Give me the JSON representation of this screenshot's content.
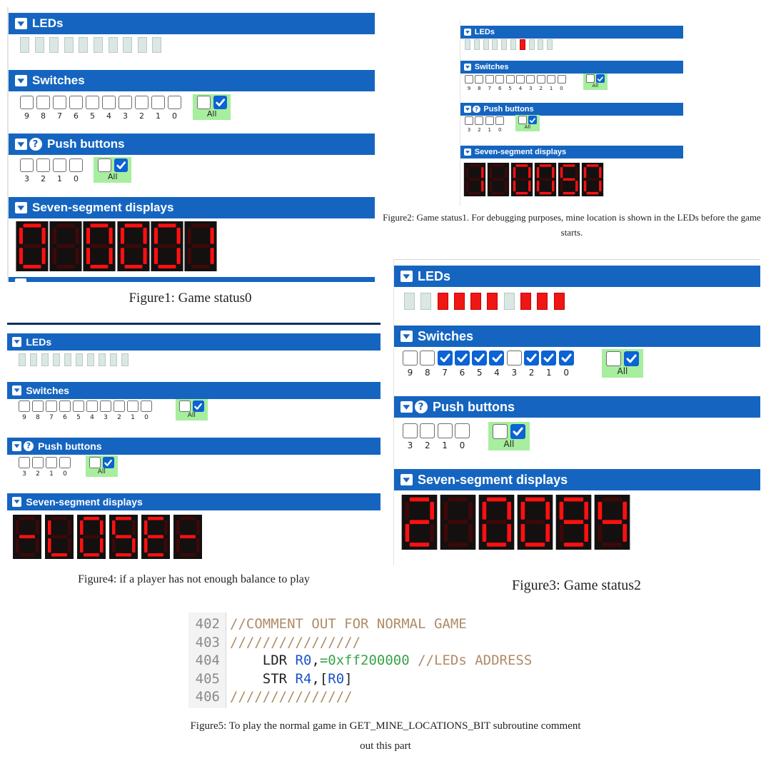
{
  "colors": {
    "header_bg": "#1565c0",
    "led_on": "#ef1616",
    "led_off": "#dbe7e3",
    "seg_on": "#ff1010",
    "seg_off": "#3e0808",
    "all_bg": "#a7ee9e",
    "checkbox_checked": "#0b63d4"
  },
  "icons": [
    "chevron-down-icon",
    "help-icon",
    "checkmark-icon"
  ],
  "panels": [
    {
      "leds_title": "LEDs",
      "switches_title": "Switches",
      "push_title": "Push buttons",
      "seven_title": "Seven-segment displays",
      "leds": [
        0,
        0,
        0,
        0,
        0,
        0,
        0,
        0,
        0,
        0
      ],
      "switch_labels": [
        "9",
        "8",
        "7",
        "6",
        "5",
        "4",
        "3",
        "2",
        "1",
        "0"
      ],
      "switches": [
        0,
        0,
        0,
        0,
        0,
        0,
        0,
        0,
        0,
        0
      ],
      "switch_all": [
        0,
        1
      ],
      "switch_all_label": "All",
      "button_labels": [
        "3",
        "2",
        "1",
        "0"
      ],
      "buttons": [
        0,
        0,
        0,
        0
      ],
      "button_all": [
        0,
        1
      ],
      "button_all_label": "All",
      "seven_seg": [
        "0",
        " ",
        "0",
        "0",
        "0",
        "1"
      ]
    },
    {
      "leds_title": "LEDs",
      "switches_title": "Switches",
      "push_title": "Push buttons",
      "seven_title": "Seven-segment displays",
      "leds": [
        0,
        0,
        0,
        0,
        0,
        0,
        1,
        0,
        0,
        0
      ],
      "switch_labels": [
        "9",
        "8",
        "7",
        "6",
        "5",
        "4",
        "3",
        "2",
        "1",
        "0"
      ],
      "switches": [
        0,
        0,
        0,
        0,
        0,
        0,
        0,
        0,
        0,
        0
      ],
      "switch_all": [
        0,
        1
      ],
      "switch_all_label": "All",
      "button_labels": [
        "3",
        "2",
        "1",
        "0"
      ],
      "buttons": [
        0,
        0,
        0,
        0
      ],
      "button_all": [
        0,
        1
      ],
      "button_all_label": "All",
      "seven_seg": [
        "1",
        " ",
        "0",
        "0",
        "5",
        "0"
      ]
    },
    {
      "leds_title": "LEDs",
      "switches_title": "Switches",
      "push_title": "Push buttons",
      "seven_title": "Seven-segment displays",
      "leds": [
        0,
        0,
        0,
        0,
        0,
        0,
        0,
        0,
        0,
        0
      ],
      "switch_labels": [
        "9",
        "8",
        "7",
        "6",
        "5",
        "4",
        "3",
        "2",
        "1",
        "0"
      ],
      "switches": [
        0,
        0,
        0,
        0,
        0,
        0,
        0,
        0,
        0,
        0
      ],
      "switch_all": [
        0,
        1
      ],
      "switch_all_label": "All",
      "button_labels": [
        "3",
        "2",
        "1",
        "0"
      ],
      "buttons": [
        0,
        0,
        0,
        0
      ],
      "button_all": [
        0,
        1
      ],
      "button_all_label": "All",
      "seven_seg": [
        "-",
        "L",
        "0",
        "S",
        "E",
        "-"
      ]
    },
    {
      "leds_title": "LEDs",
      "switches_title": "Switches",
      "push_title": "Push buttons",
      "seven_title": "Seven-segment displays",
      "leds": [
        0,
        0,
        1,
        1,
        1,
        1,
        0,
        1,
        1,
        1
      ],
      "switch_labels": [
        "9",
        "8",
        "7",
        "6",
        "5",
        "4",
        "3",
        "2",
        "1",
        "0"
      ],
      "switches": [
        0,
        0,
        1,
        1,
        1,
        1,
        0,
        1,
        1,
        1
      ],
      "switch_all": [
        0,
        1
      ],
      "switch_all_label": "All",
      "button_labels": [
        "3",
        "2",
        "1",
        "0"
      ],
      "buttons": [
        0,
        0,
        0,
        0
      ],
      "button_all": [
        0,
        1
      ],
      "button_all_label": "All",
      "seven_seg": [
        "2",
        " ",
        "0",
        "0",
        "9",
        "4"
      ]
    }
  ],
  "captions": {
    "fig1": "Figure1: Game status0",
    "fig2": "Figure2: Game status1. For debugging purposes, mine location is shown in the LEDs before the game starts.",
    "fig3": "Figure3: Game status2",
    "fig4": "Figure4: if a player has not enough balance to play",
    "fig5_line1": "Figure5: To play the normal game in GET_MINE_LOCATIONS_BIT subroutine comment",
    "fig5_line2": "out this part"
  },
  "code": {
    "lines": [
      {
        "num": "402",
        "tokens": [
          [
            "c-comment",
            "//COMMENT OUT FOR NORMAL GAME"
          ]
        ]
      },
      {
        "num": "403",
        "tokens": [
          [
            "c-comment",
            "////////////////"
          ]
        ]
      },
      {
        "num": "404",
        "tokens": [
          [
            "c-kw",
            "    LDR "
          ],
          [
            "c-reg",
            "R0"
          ],
          [
            "c-punc",
            ","
          ],
          [
            "c-num",
            "=0xff200000"
          ],
          [
            "c-comment",
            " //LEDs ADDRESS"
          ]
        ]
      },
      {
        "num": "405",
        "tokens": [
          [
            "c-kw",
            "    STR "
          ],
          [
            "c-reg",
            "R4"
          ],
          [
            "c-punc",
            ",["
          ],
          [
            "c-reg",
            "R0"
          ],
          [
            "c-punc",
            "]"
          ]
        ]
      },
      {
        "num": "406",
        "tokens": [
          [
            "c-comment",
            "///////////////"
          ]
        ]
      }
    ]
  }
}
